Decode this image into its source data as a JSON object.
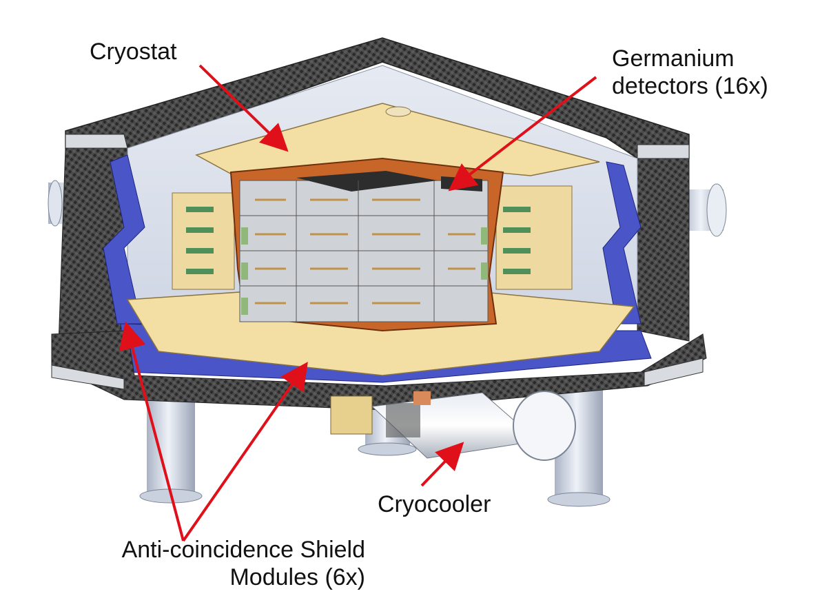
{
  "labels": {
    "cryostat": "Cryostat",
    "germanium": {
      "line1": "Germanium",
      "line2": "detectors (16x)"
    },
    "cryocooler": "Cryocooler",
    "shield": {
      "line1": "Anti-coincidence Shield",
      "line2": "Modules (6x)"
    }
  },
  "colors": {
    "callout_arrow": "#e0101a",
    "carbon_shell": "#3a3a3a",
    "shield_blue": "#4a55c8",
    "cryostat_yellow": "#f3dfa3",
    "copper": "#c8662a",
    "detector_gray": "#cfd3d8",
    "pipe_silver": "#cfd6e4"
  }
}
